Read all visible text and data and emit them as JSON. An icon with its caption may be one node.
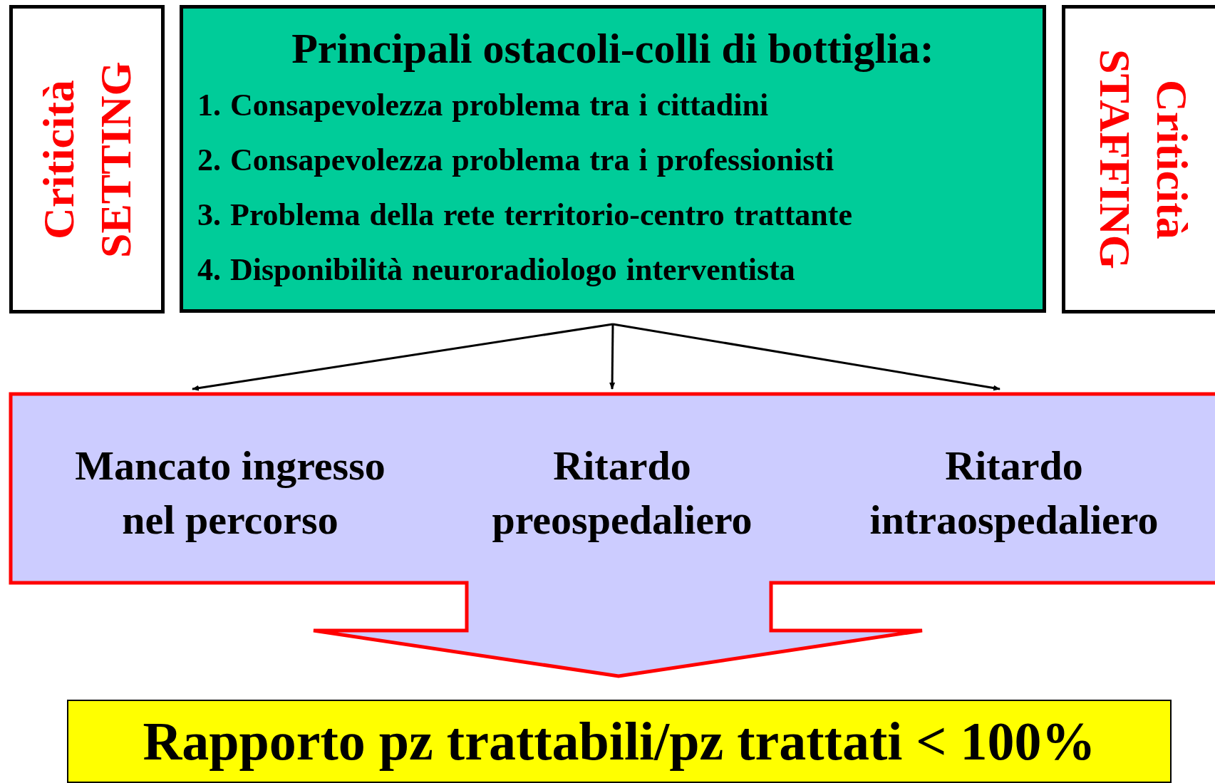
{
  "diagram": {
    "nodes": [
      {
        "text": [
          "Criticità SETTING"
        ]
      },
      {
        "text": [
          "Principali ostacoli-colli di bottiglia:",
          "1. Consapevolezza problema tra i cittadini",
          "2. Consapevolezza problema tra i professionisti",
          "3. Problema della rete territorio-centro trattante",
          "4. Disponibilità neuroradiologo interventista"
        ]
      },
      {
        "text": [
          "Criticità STAFFING"
        ]
      },
      {
        "text": [],
        "shape": "callout"
      },
      {
        "text": [
          "Mancato ingresso nel percorso"
        ],
        "in": 3
      },
      {
        "text": [
          "Ritardo preospedaliero"
        ],
        "in": 3
      },
      {
        "text": [
          "Ritardo intraospedaliero"
        ],
        "in": 3
      },
      {
        "text": [
          "Rapporto pz trattabili/pz trattati < 100%"
        ]
      }
    ],
    "edges": [
      {
        "from": 1,
        "to": 4,
        "arrow": "to"
      },
      {
        "from": 1,
        "to": 5,
        "arrow": "to"
      },
      {
        "from": 1,
        "to": 6,
        "arrow": "to"
      }
    ]
  }
}
